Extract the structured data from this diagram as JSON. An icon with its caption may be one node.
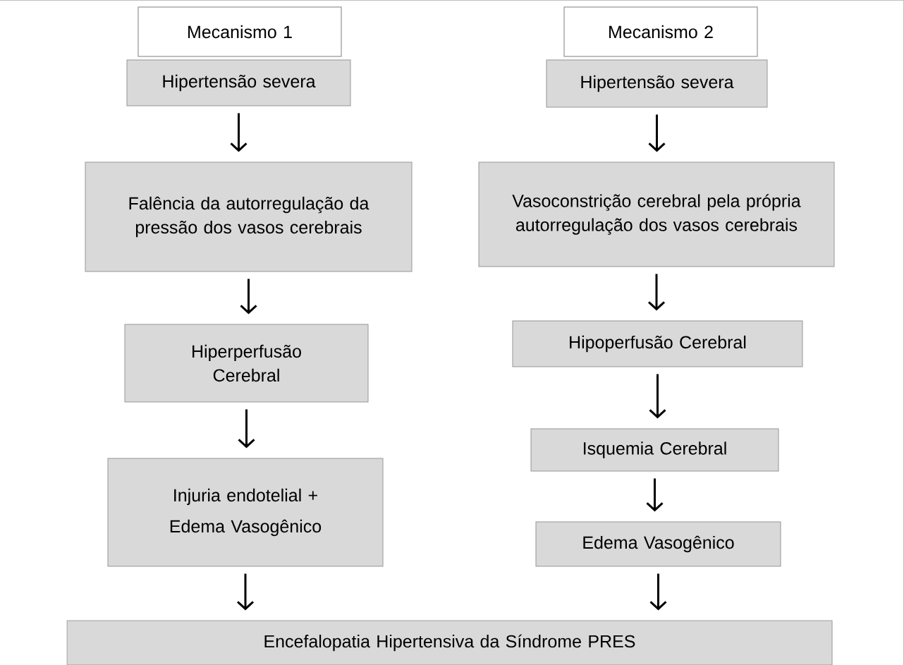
{
  "diagram": {
    "nodes": [
      {
        "text": [
          "Mecanismo 1"
        ]
      },
      {
        "text": [
          "Hipertensão severa"
        ]
      },
      {
        "text": [
          "Falência da autorregulação da pressão dos vasos cerebrais"
        ]
      },
      {
        "text": [
          "Hiperperfusão Cerebral"
        ]
      },
      {
        "text": [
          "Injuria endotelial + Edema Vasogênico"
        ]
      },
      {
        "text": [
          "Mecanismo 2"
        ]
      },
      {
        "text": [
          "Hipertensão severa"
        ]
      },
      {
        "text": [
          "Vasoconstrição cerebral pela própria autorregulação dos vasos cerebrais"
        ]
      },
      {
        "text": [
          "Hipoperfusão Cerebral"
        ]
      },
      {
        "text": [
          "Isquemia Cerebral"
        ]
      },
      {
        "text": [
          "Edema Vasogênico"
        ]
      },
      {
        "text": [
          "Encefalopatia Hipertensiva da Síndrome PRES"
        ]
      }
    ],
    "edges": [
      {
        "from": 1,
        "to": 2,
        "arrow": "to"
      },
      {
        "from": 2,
        "to": 3,
        "arrow": "to"
      },
      {
        "from": 3,
        "to": 4,
        "arrow": "to"
      },
      {
        "from": 4,
        "to": 11,
        "arrow": "to"
      },
      {
        "from": 6,
        "to": 7,
        "arrow": "to"
      },
      {
        "from": 7,
        "to": 8,
        "arrow": "to"
      },
      {
        "from": 8,
        "to": 9,
        "arrow": "to"
      },
      {
        "from": 9,
        "to": 10,
        "arrow": "to"
      },
      {
        "from": 10,
        "to": 11,
        "arrow": "to"
      }
    ]
  }
}
